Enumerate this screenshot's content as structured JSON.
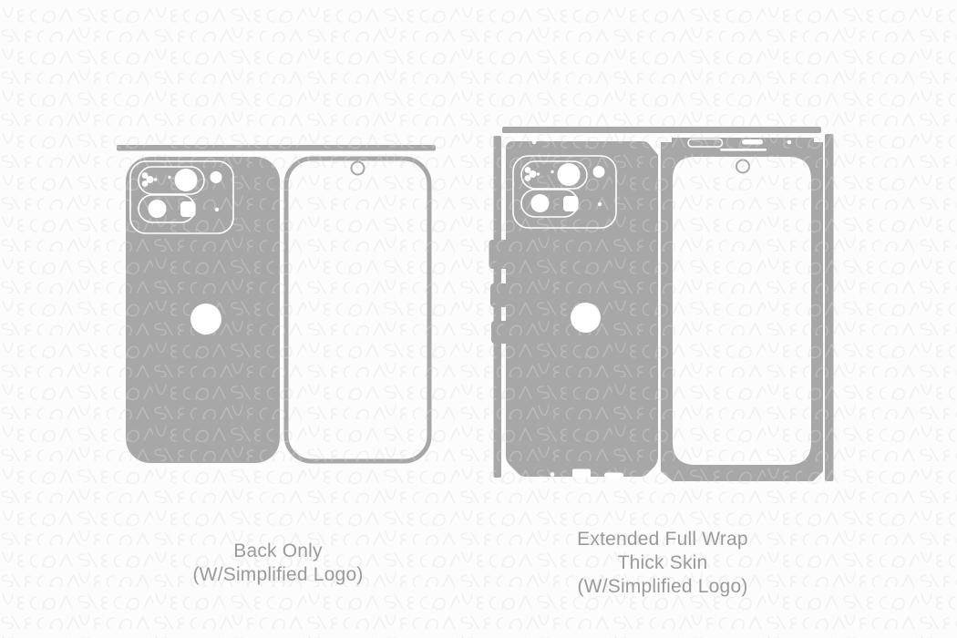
{
  "background": {
    "color": "#fcfcfc",
    "watermark_icon": "vecras-squiggle-pattern"
  },
  "colors": {
    "skin_gray": "#a7a7a7",
    "cut_white": "#ffffff",
    "watermark_stroke": "#ececec",
    "label_text": "#9a9a9a"
  },
  "templates": [
    {
      "id": "back-only",
      "label_lines": [
        "Back Only",
        "(W/Simplified Logo)"
      ],
      "parts": [
        "top-edge-skin-strip",
        "back-skin",
        "camera-cutout",
        "logo-cutout",
        "front-outline",
        "punch-hole-camera"
      ]
    },
    {
      "id": "extended-full-wrap-thick-skin",
      "label_lines": [
        "Extended Full Wrap",
        "Thick Skin",
        "(W/Simplified Logo)"
      ],
      "parts": [
        "top-edge-skin-strip",
        "left-side-skin-strip",
        "right-side-skin-strip",
        "back-skin",
        "camera-cutout",
        "logo-cutout",
        "front-skin-full-wrap",
        "punch-hole-camera",
        "earpiece-cutout",
        "usb-port-notch",
        "speaker-slot"
      ]
    }
  ]
}
